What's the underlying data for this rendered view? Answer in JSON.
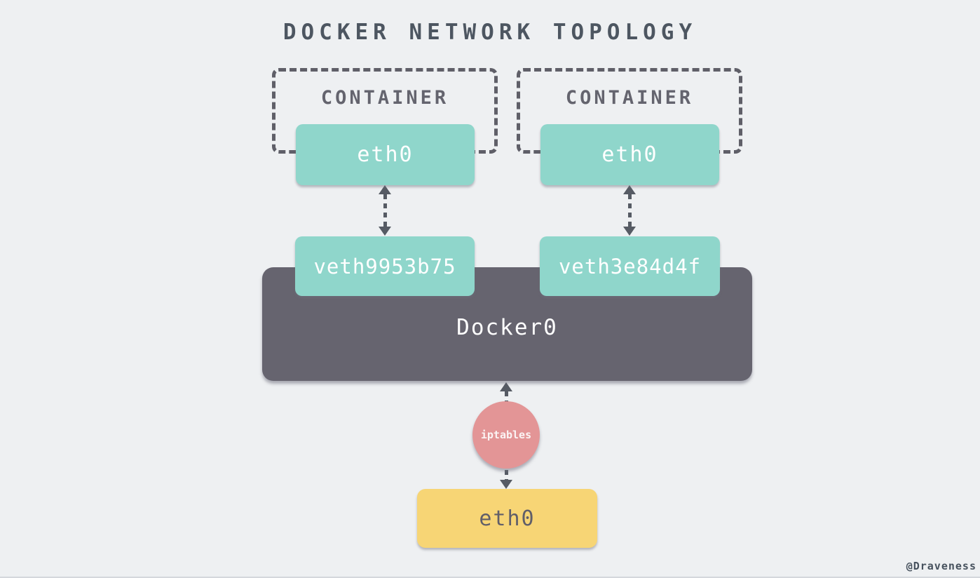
{
  "title": "DOCKER NETWORK TOPOLOGY",
  "credit": "@Draveness",
  "colors": {
    "background": "#eef0f2",
    "interface_teal": "#8fd6cb",
    "bridge_gray": "#66646f",
    "host_yellow": "#f7d575",
    "firewall_red": "#e39596",
    "dashed_border": "#5f5f68",
    "arrow": "#565b64",
    "title_text": "#4d5661"
  },
  "containers": [
    {
      "label": "CONTAINER",
      "interface": "eth0",
      "veth": "veth9953b75"
    },
    {
      "label": "CONTAINER",
      "interface": "eth0",
      "veth": "veth3e84d4f"
    }
  ],
  "bridge": {
    "label": "Docker0"
  },
  "firewall": {
    "label": "iptables"
  },
  "host_interface": {
    "label": "eth0"
  }
}
